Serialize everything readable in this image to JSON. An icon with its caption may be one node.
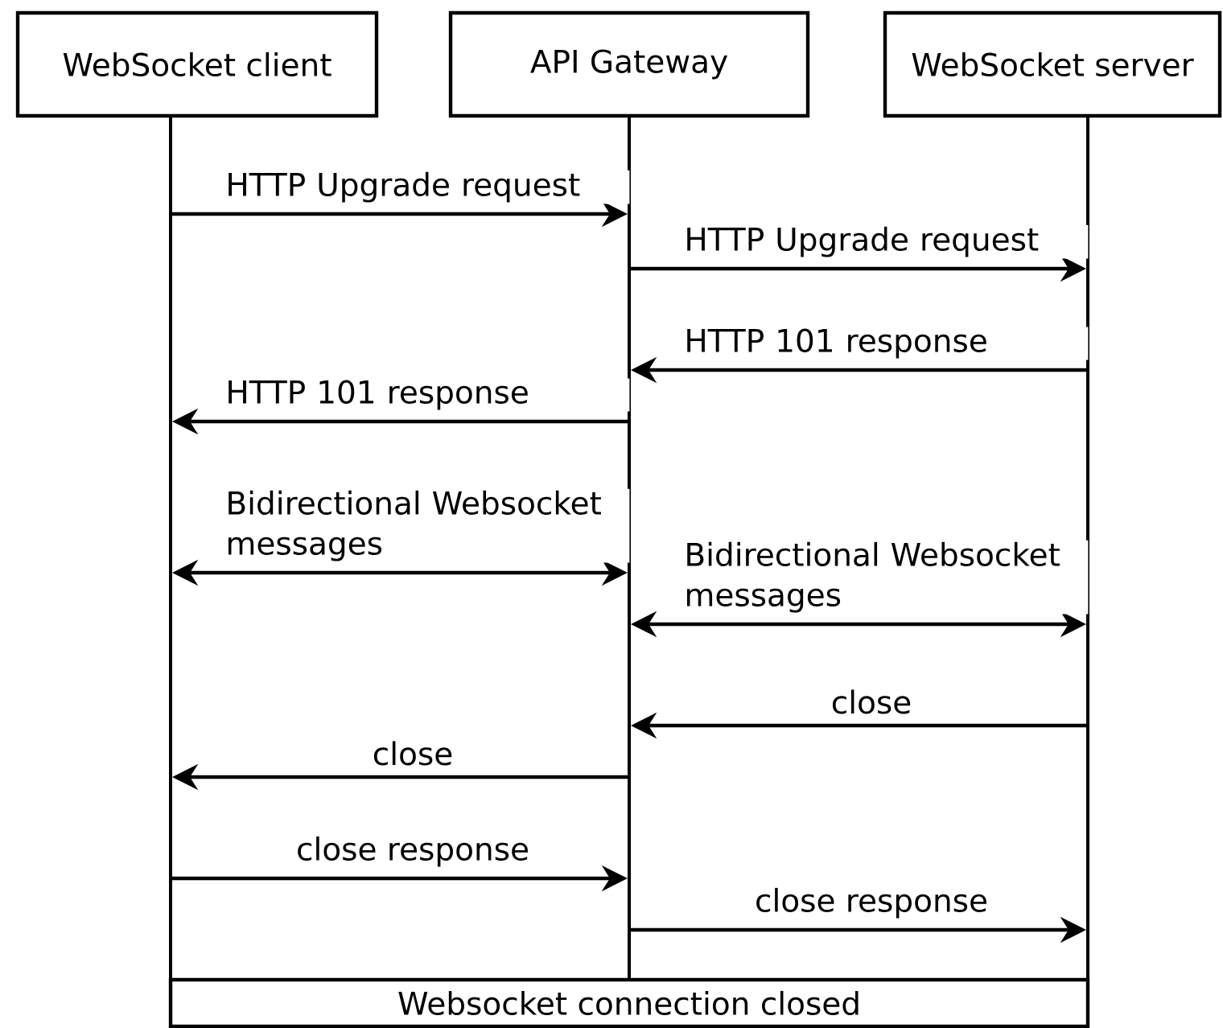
{
  "diagram": {
    "nodes": [
      {
        "text": [
          "WebSocket client"
        ]
      },
      {
        "text": [
          "API Gateway"
        ]
      },
      {
        "text": [
          "WebSocket server"
        ]
      },
      {
        "text": [],
        "shape": "bar"
      },
      {
        "text": [],
        "shape": "bar"
      },
      {
        "text": [],
        "shape": "bar"
      },
      {
        "text": [
          "Websocket connection closed"
        ]
      }
    ],
    "edges": [
      {
        "from": 3,
        "to": 4,
        "arrow": "to",
        "label": "HTTP Upgrade request"
      },
      {
        "from": 4,
        "to": 5,
        "arrow": "to",
        "label": "HTTP Upgrade request"
      },
      {
        "from": 5,
        "to": 4,
        "arrow": "to",
        "label": "HTTP 101 response"
      },
      {
        "from": 4,
        "to": 3,
        "arrow": "to",
        "label": "HTTP 101 response"
      },
      {
        "from": 3,
        "to": 4,
        "arrow": "both",
        "label": "Bidirectional Websocket messages"
      },
      {
        "from": 4,
        "to": 5,
        "arrow": "both",
        "label": "Bidirectional Websocket messages"
      },
      {
        "from": 5,
        "to": 4,
        "arrow": "to",
        "label": "close"
      },
      {
        "from": 4,
        "to": 3,
        "arrow": "to",
        "label": "close"
      },
      {
        "from": 3,
        "to": 4,
        "arrow": "to",
        "label": "close response"
      },
      {
        "from": 4,
        "to": 5,
        "arrow": "to",
        "label": "close response"
      }
    ]
  }
}
